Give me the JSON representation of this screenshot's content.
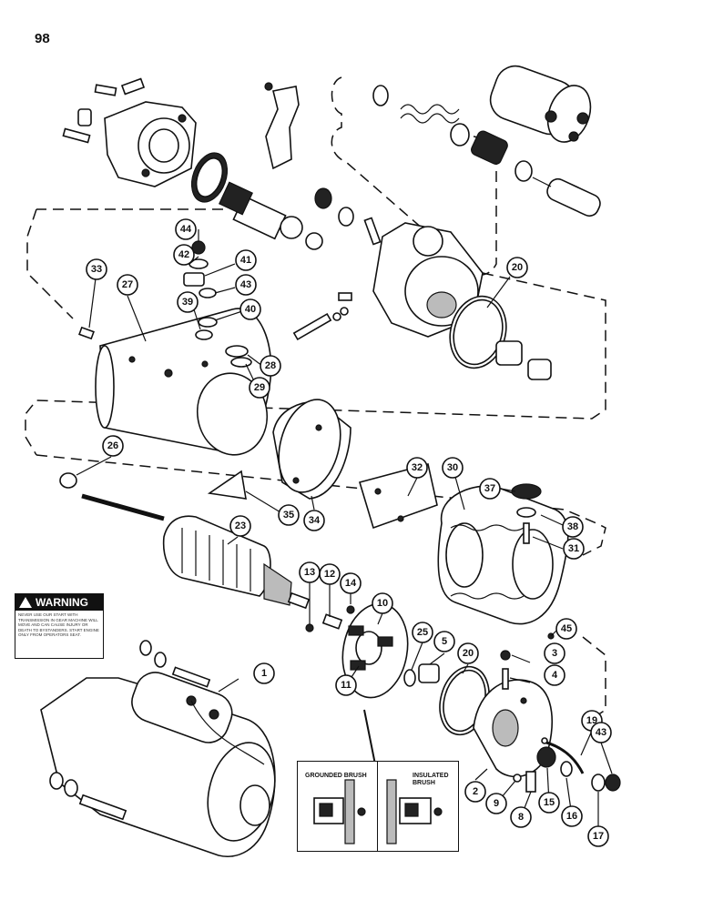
{
  "page": {
    "number": "98"
  },
  "warning_label": {
    "heading": "WARNING",
    "body": "NEVER USE OUR START WITH TRANSMISSION IN GEAR MACHINE WILL MOVE AND CAN CAUSE INJURY OR DEATH TO BYSTANDERS. START ENGINE ONLY FROM OPERATORS SEAT."
  },
  "inset": {
    "left_label": "GROUNDED BRUSH",
    "right_label": "INSULATED BRUSH"
  },
  "callouts": [
    "1",
    "2",
    "3",
    "4",
    "5",
    "8",
    "9",
    "10",
    "11",
    "12",
    "13",
    "14",
    "15",
    "16",
    "17",
    "19",
    "20",
    "20",
    "23",
    "25",
    "26",
    "27",
    "28",
    "29",
    "30",
    "31",
    "32",
    "33",
    "34",
    "35",
    "37",
    "38",
    "39",
    "40",
    "41",
    "42",
    "43",
    "43",
    "44",
    "45"
  ]
}
